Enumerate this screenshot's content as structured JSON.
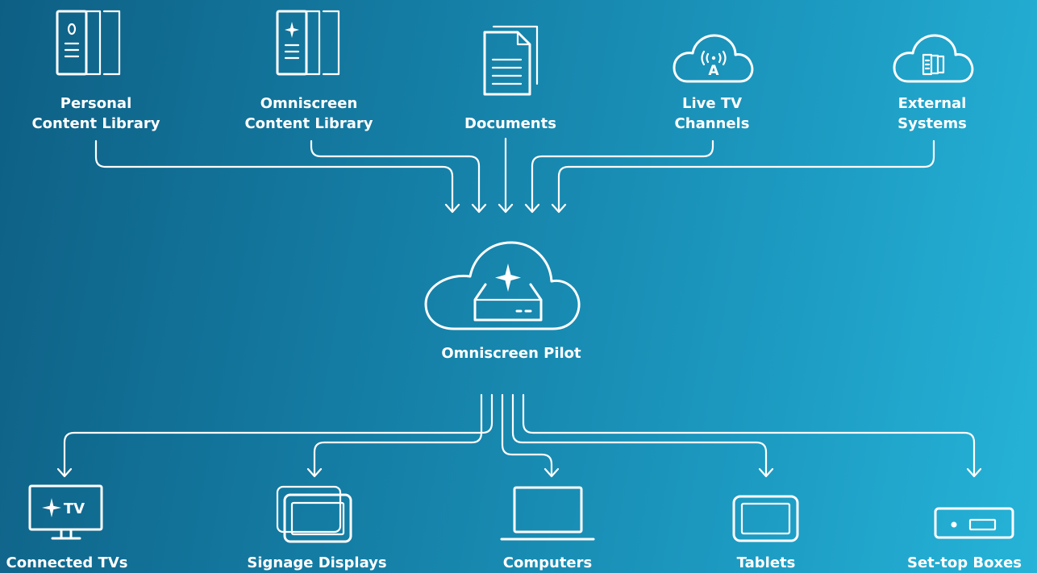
{
  "sources": [
    {
      "id": "personal",
      "icon": "personal-content-library-icon",
      "label_lines": [
        "Personal",
        "Content Library"
      ]
    },
    {
      "id": "omniscreen",
      "icon": "omniscreen-content-library-icon",
      "label_lines": [
        "Omniscreen",
        "Content Library"
      ]
    },
    {
      "id": "documents",
      "icon": "document-icon",
      "label_lines": [
        "Documents"
      ]
    },
    {
      "id": "livetv",
      "icon": "live-tv-cloud-icon",
      "label_lines": [
        "Live TV",
        "Channels"
      ]
    },
    {
      "id": "external",
      "icon": "external-systems-cloud-icon",
      "label_lines": [
        "External",
        "Systems"
      ]
    }
  ],
  "hub": {
    "icon": "omniscreen-pilot-cloud-icon",
    "label": "Omniscreen Pilot"
  },
  "targets": [
    {
      "id": "tvs",
      "icon": "connected-tv-icon",
      "label": "Connected TVs",
      "tv_badge": "TV"
    },
    {
      "id": "signage",
      "icon": "signage-displays-icon",
      "label": "Signage Displays"
    },
    {
      "id": "computers",
      "icon": "laptop-icon",
      "label": "Computers"
    },
    {
      "id": "tablets",
      "icon": "tablet-icon",
      "label": "Tablets"
    },
    {
      "id": "settop",
      "icon": "set-top-box-icon",
      "label": "Set-top Boxes"
    }
  ],
  "colors": {
    "background_dark": "#0e5f84",
    "background_light": "#26b3d8",
    "foreground": "#ffffff"
  }
}
